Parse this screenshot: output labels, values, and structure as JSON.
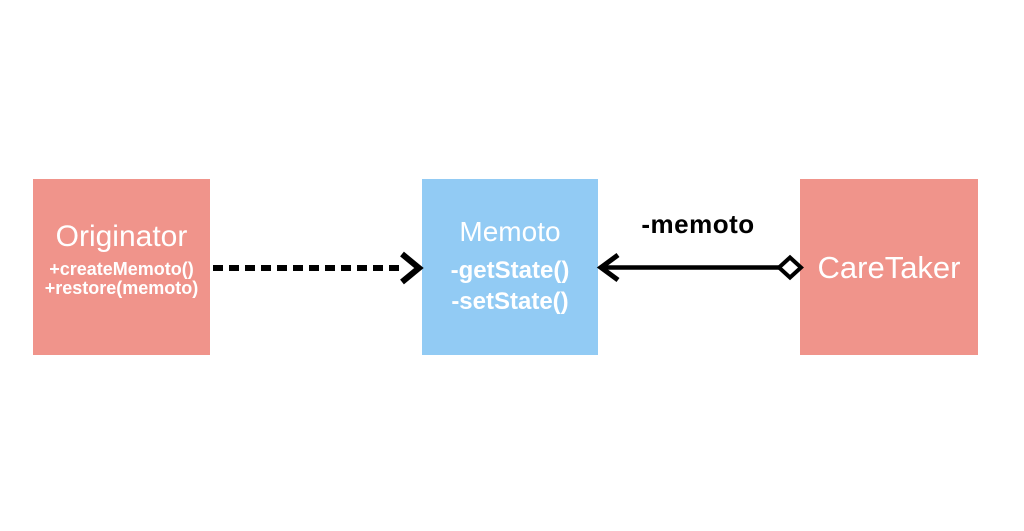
{
  "diagram": {
    "type": "uml-class-diagram",
    "pattern": "Memento",
    "background_color": "#ffffff",
    "line_color": "#000000",
    "classes": [
      {
        "name": "Originator",
        "members": [
          "+createMemoto()",
          "+restore(memoto)"
        ],
        "fill": "#f0948b",
        "text_color": "#ffffff"
      },
      {
        "name": "Memoto",
        "members": [
          "-getState()",
          "-setState()"
        ],
        "fill": "#92cbf4",
        "text_color": "#ffffff"
      },
      {
        "name": "CareTaker",
        "members": [],
        "fill": "#f0948b",
        "text_color": "#ffffff"
      }
    ],
    "relations": [
      {
        "from": "Originator",
        "to": "Memoto",
        "line_style": "dashed",
        "head": "open-arrow",
        "tail": "none",
        "label": ""
      },
      {
        "from": "CareTaker",
        "to": "Memoto",
        "line_style": "solid",
        "head": "open-arrow",
        "tail": "hollow-diamond",
        "label": "-memoto"
      }
    ]
  }
}
